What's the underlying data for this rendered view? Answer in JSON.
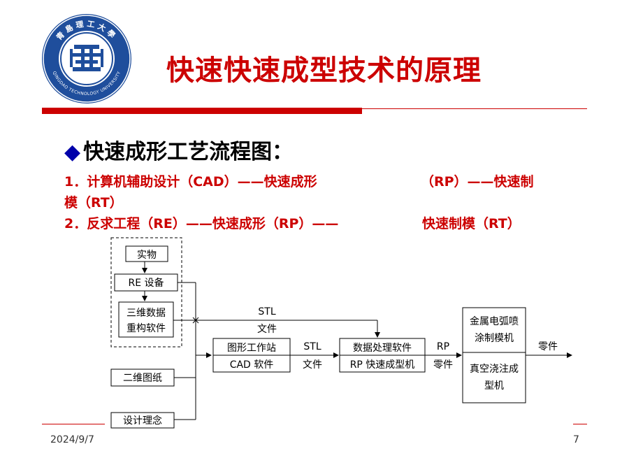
{
  "logo": {
    "ring_text": "青島理工大學",
    "ring_text_en": "QINGDAO TECHNOLOGY UNIVERSITY",
    "colors": {
      "ring": "#1f4e9c",
      "center": "#ffffff"
    }
  },
  "title": "快速快速成型技术的原理",
  "heading": {
    "bullet": "◆",
    "text": "快速成形工艺流程图："
  },
  "lines": {
    "l1a": "1．计算机辅助设计（CAD）——快速成形",
    "l1b": "（RP）——快速制",
    "l1c": "模（RT）",
    "l2a": "2．反求工程（RE）——快速成形（RP）——",
    "l2b": "快速制模（RT）"
  },
  "diagram": {
    "shiwu": "实物",
    "re_device": "RE 设备",
    "recon_1": "三维数据",
    "recon_2": "重构软件",
    "drawing": "二维图纸",
    "concept": "设计理念",
    "stl_top_1": "STL",
    "stl_top_2": "文件",
    "workstation_1": "图形工作站",
    "workstation_2": "CAD 软件",
    "stl_mid_1": "STL",
    "stl_mid_2": "文件",
    "dataproc": "数据处理软件",
    "rpmachine": "RP 快速成型机",
    "rp_label_1": "RP",
    "rp_label_2": "零件",
    "metal_1": "金属电弧喷",
    "metal_2": "涂制模机",
    "vacuum_1": "真空浇注成",
    "vacuum_2": "型机",
    "part": "零件"
  },
  "footer": {
    "date": "2024/9/7",
    "page": "7"
  },
  "colors": {
    "accent": "#cc0000",
    "bullet": "#0000aa"
  }
}
